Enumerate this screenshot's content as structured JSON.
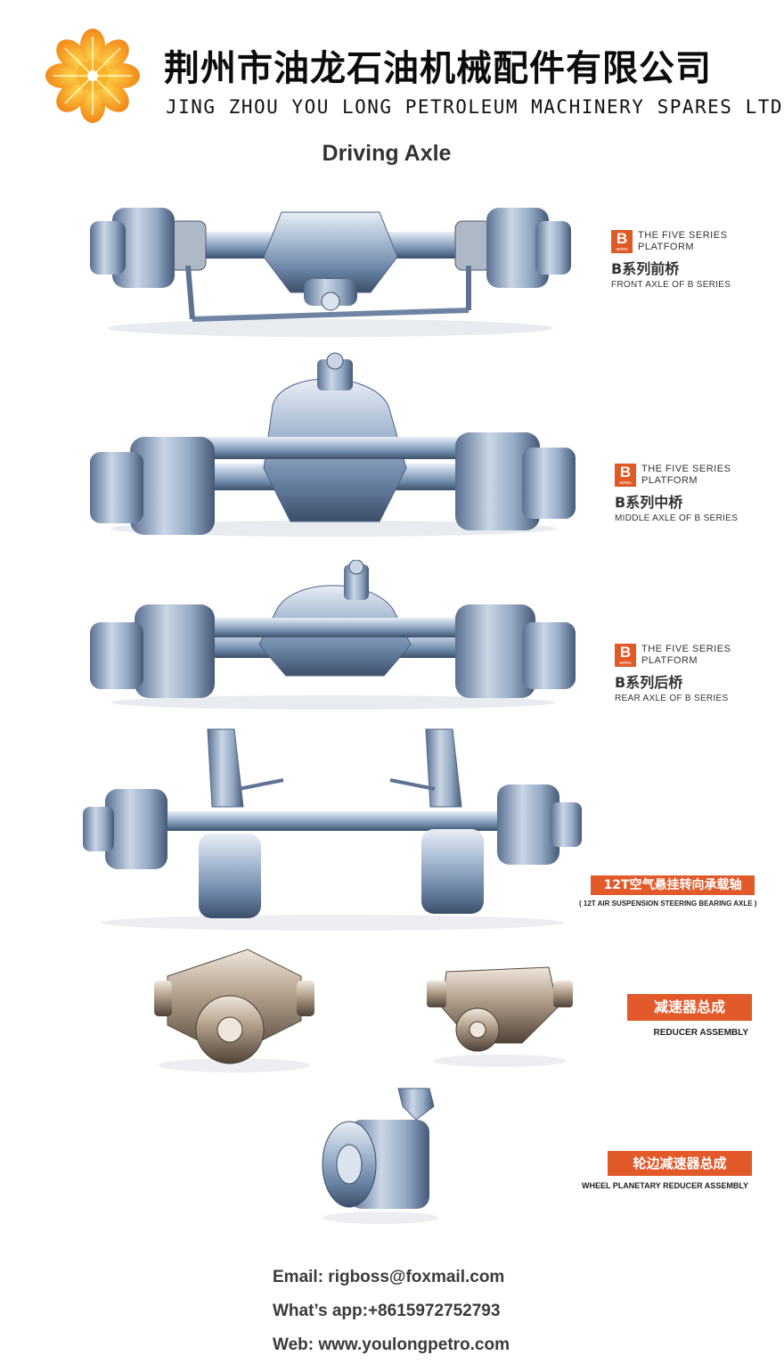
{
  "header": {
    "logo_icon": "sunflower-logo-icon",
    "company_cn": "荆州市油龙石油机械配件有限公司",
    "company_en": "JING ZHOU YOU LONG PETROLEUM MACHINERY SPARES LTD."
  },
  "section_title": "Driving Axle",
  "colors": {
    "accent": "#e2592a",
    "steel": "#9fb4cc",
    "logo_orange": "#f39a1e"
  },
  "products": [
    {
      "image_icon": "front-axle-image",
      "badge_letter": "B",
      "badge_sub": "series",
      "platform": "THE FIVE SERIES\nPLATFORM",
      "name_cn": "B系列前桥",
      "name_en": "FRONT AXLE OF B SERIES"
    },
    {
      "image_icon": "middle-axle-image",
      "badge_letter": "B",
      "badge_sub": "series",
      "platform": "THE FIVE SERIES\nPLATFORM",
      "name_cn": "B系列中桥",
      "name_en": "MIDDLE AXLE OF B SERIES"
    },
    {
      "image_icon": "rear-axle-image",
      "badge_letter": "B",
      "badge_sub": "series",
      "platform": "THE FIVE SERIES\nPLATFORM",
      "name_cn": "B系列后桥",
      "name_en": "REAR AXLE OF B SERIES"
    },
    {
      "image_icon": "steering-axle-image",
      "name_cn": "12T空气悬挂转向承载轴",
      "name_en": "( 12T AIR SUSPENSION STEERING BEARING AXLE )"
    },
    {
      "image_icon": "reducer-assembly-image",
      "name_cn": "减速器总成",
      "name_en": "REDUCER ASSEMBLY"
    },
    {
      "image_icon": "wheel-reducer-image",
      "name_cn": "轮边减速器总成",
      "name_en": "WHEEL PLANETARY REDUCER ASSEMBLY"
    }
  ],
  "contact": {
    "email": "Email: rigboss@foxmail.com",
    "whatsapp": "What’s app:+8615972752793",
    "web": "Web: www.youlongpetro.com"
  }
}
